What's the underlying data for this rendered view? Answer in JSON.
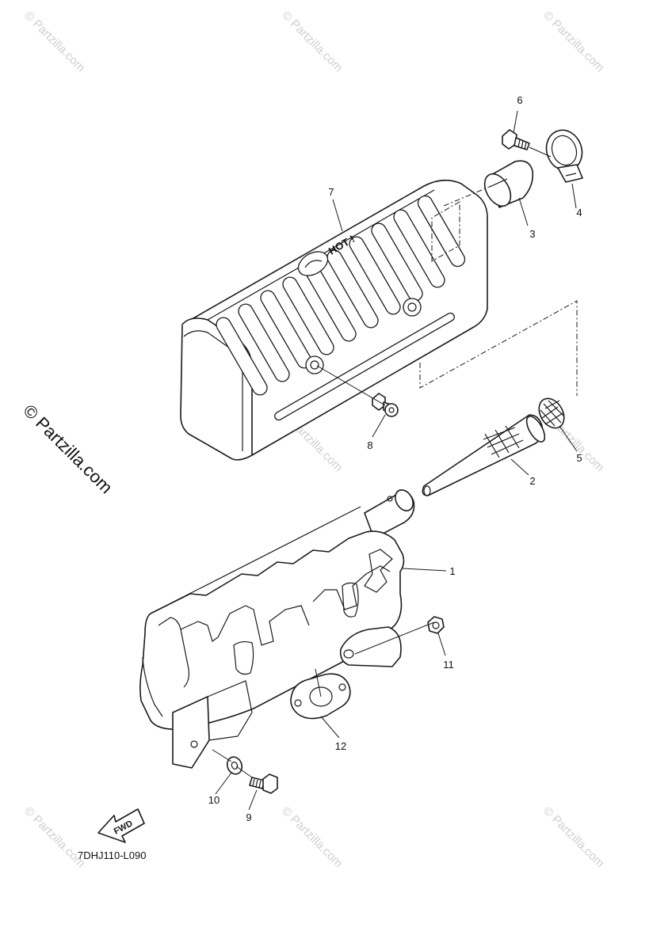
{
  "diagram_code": "7DHJ110-L090",
  "watermark": "© Partzilla.com",
  "fwd_label": "FWD",
  "hot_label": "HOT !",
  "callouts": {
    "p1": "1",
    "p2": "2",
    "p3": "3",
    "p4": "4",
    "p5": "5",
    "p6": "6",
    "p7": "7",
    "p8": "8",
    "p9": "9",
    "p10": "10",
    "p11": "11",
    "p12": "12"
  }
}
